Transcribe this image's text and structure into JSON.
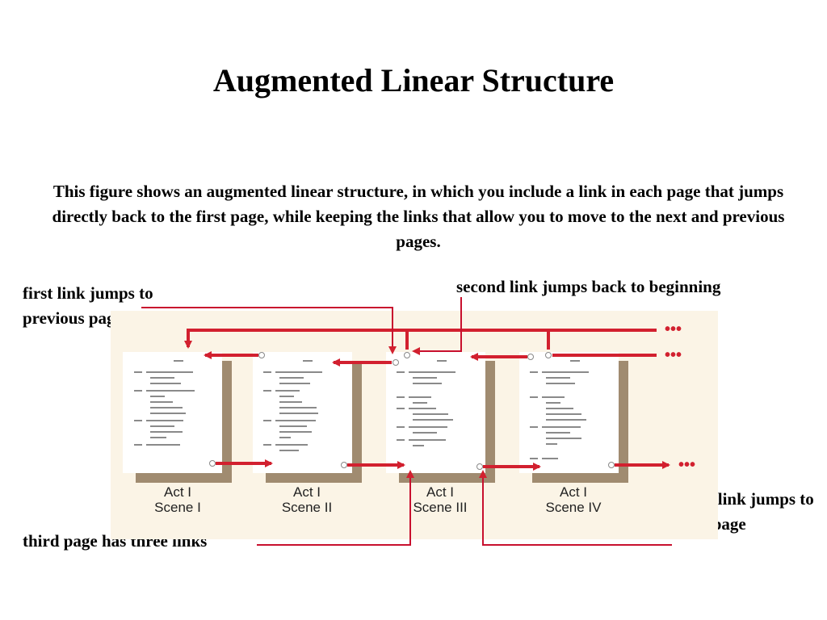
{
  "title": "Augmented Linear Structure",
  "description": "This figure shows an augmented linear structure, in which you include a link in each page that jumps directly back to the first page, while keeping the links that allow you to move to the next and previous pages.",
  "callouts": {
    "first_link": "first link jumps to previous page",
    "second_link": "second link jumps back to beginning",
    "third_page": "third page has three links",
    "third_link": "third link jumps to next page"
  },
  "pages": [
    {
      "line1": "Act I",
      "line2": "Scene I"
    },
    {
      "line1": "Act I",
      "line2": "Scene II"
    },
    {
      "line1": "Act I",
      "line2": "Scene III"
    },
    {
      "line1": "Act I",
      "line2": "Scene IV"
    }
  ],
  "continuation": "•••",
  "colors": {
    "arrow": "#d2202f",
    "page_shadow": "#a08b70",
    "diagram_background": "#fbf4e6",
    "callout_line": "#c8102e"
  }
}
